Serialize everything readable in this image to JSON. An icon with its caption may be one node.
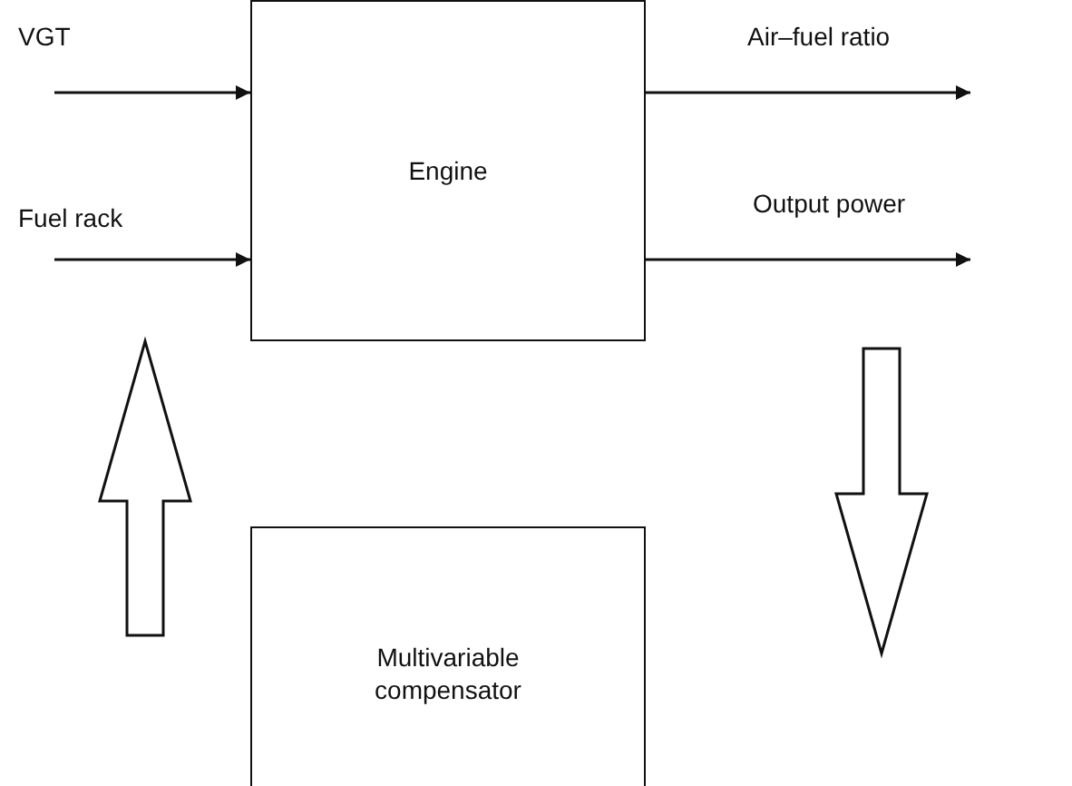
{
  "diagram": {
    "nodes": [
      {
        "text": [
          "Engine"
        ]
      },
      {
        "text": [
          "Multivariable compensator"
        ]
      }
    ],
    "edges": [
      {
        "from": null,
        "to": 0,
        "arrow": "to",
        "label": "VGT"
      },
      {
        "from": null,
        "to": 0,
        "arrow": "to",
        "label": "Fuel rack"
      },
      {
        "from": 0,
        "to": null,
        "arrow": "to",
        "label": "Air–fuel ratio"
      },
      {
        "from": 0,
        "to": null,
        "arrow": "to",
        "label": "Output power"
      },
      {
        "from": 1,
        "to": 0,
        "arrow": "to",
        "style": "thick"
      },
      {
        "from": 0,
        "to": 1,
        "arrow": "to",
        "style": "thick"
      }
    ]
  }
}
